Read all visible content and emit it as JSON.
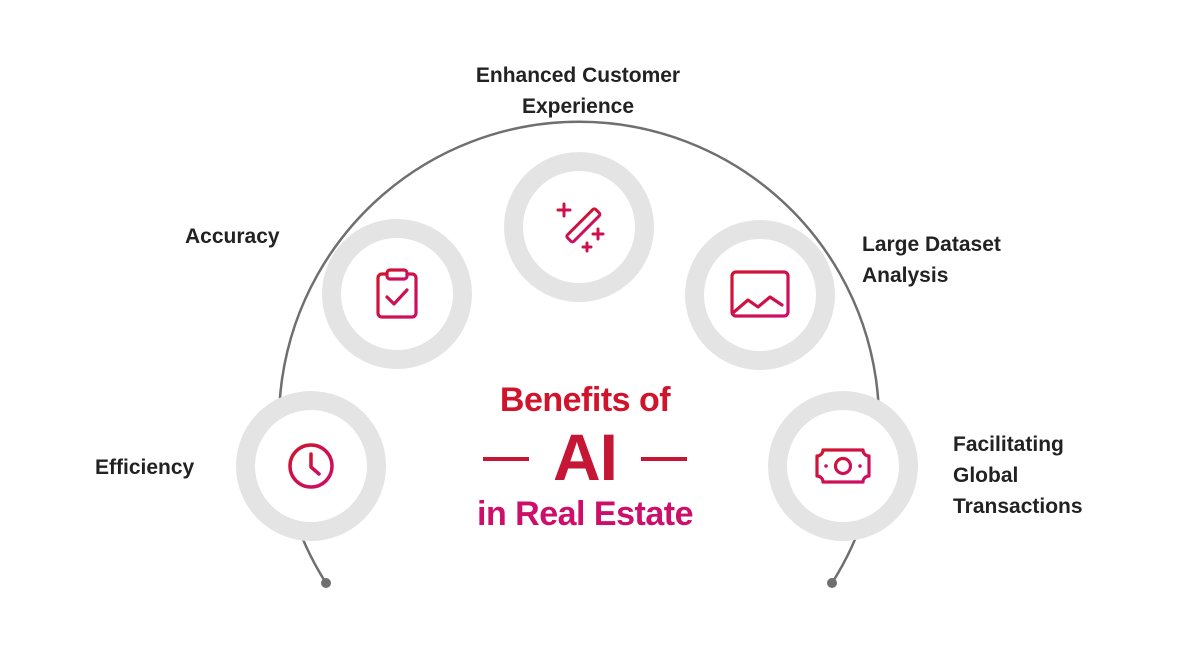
{
  "diagram": {
    "title": {
      "line1": "Benefits of",
      "highlight": "AI",
      "line3": "in Real Estate"
    },
    "nodes": [
      {
        "id": "efficiency",
        "label_lines": [
          "Efficiency"
        ],
        "icon": "clock-icon"
      },
      {
        "id": "accuracy",
        "label_lines": [
          "Accuracy"
        ],
        "icon": "clipboard-check-icon"
      },
      {
        "id": "customer-experience",
        "label_lines": [
          "Enhanced Customer",
          "Experience"
        ],
        "icon": "magic-wand-icon"
      },
      {
        "id": "dataset-analysis",
        "label_lines": [
          "Large Dataset",
          "Analysis"
        ],
        "icon": "chart-window-icon"
      },
      {
        "id": "global-transactions",
        "label_lines": [
          "Facilitating",
          "Global",
          "Transactions"
        ],
        "icon": "banknote-icon"
      }
    ],
    "colors": {
      "icon_gradient_start": "#d0142c",
      "icon_gradient_end": "#cd0e6a",
      "title_red": "#d0142c",
      "title_magenta": "#cd0e6a",
      "ring": "#e4e4e4",
      "connector": "#6f6f6f",
      "label_text": "#222222"
    }
  }
}
